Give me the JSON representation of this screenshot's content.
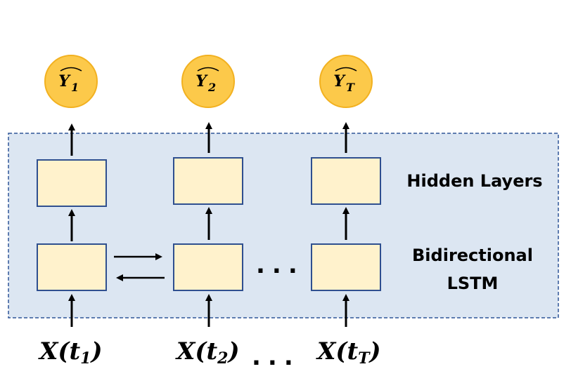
{
  "labels": {
    "hidden_layers": "Hidden Layers",
    "bidirectional_line1": "Bidirectional",
    "bidirectional_line2": "LSTM"
  },
  "outputs": [
    {
      "base": "Y",
      "sub": "1"
    },
    {
      "base": "Y",
      "sub": "2"
    },
    {
      "base": "Y",
      "sub": "T"
    }
  ],
  "inputs": [
    {
      "prefix": "X(t",
      "sub": "1",
      "suffix": ")"
    },
    {
      "prefix": "X(t",
      "sub": "2",
      "suffix": ")"
    },
    {
      "prefix": "X(t",
      "sub": "T",
      "suffix": ")"
    }
  ],
  "ellipsis": "...",
  "colors": {
    "panel_fill": "#dce6f2",
    "panel_border": "#2e5597",
    "box_fill": "#fff2cc",
    "box_border": "#2f4f8f",
    "circle_fill": "#fcc94a",
    "circle_border": "#f2b120",
    "arrow": "#000000"
  },
  "icons": {
    "output_node": "circle",
    "cell": "rectangle",
    "flow": "arrow"
  }
}
